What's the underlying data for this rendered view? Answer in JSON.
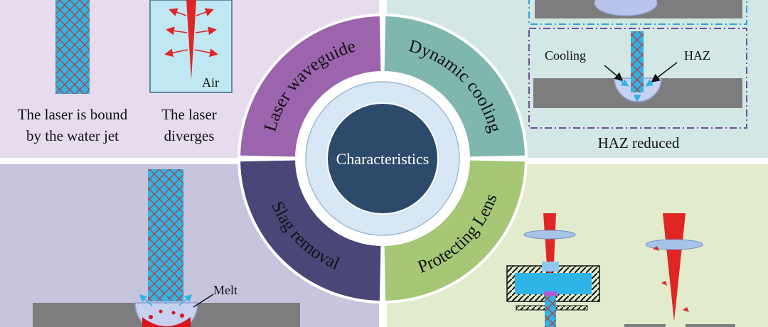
{
  "panels": {
    "waveguide": {
      "caption_bound": [
        "The laser is bound",
        "by the water jet"
      ],
      "caption_diverges": [
        "The laser",
        "diverges"
      ],
      "air_label": "Air",
      "bg": "#e6dced"
    },
    "cooling": {
      "cooling_label": "Cooling",
      "haz_label": "HAZ",
      "caption": "HAZ reduced",
      "bg": "#d3e8e4"
    },
    "slag": {
      "melt_label": "Melt",
      "bg": "#c7c4dd"
    },
    "lens": {
      "bg": "#e2eccc"
    }
  },
  "hub": {
    "center_label": "Characteristics",
    "segments": [
      {
        "label": "Laser waveguide",
        "color": "#9b64ac"
      },
      {
        "label": "Dynamic cooling",
        "color": "#7fb7ae"
      },
      {
        "label": "Slag removal",
        "color": "#4a4678"
      },
      {
        "label": "Protecting Lens",
        "color": "#a6c776"
      }
    ],
    "center_color": "#2e4a6b",
    "ring_color": "#d7e7f5"
  },
  "colors": {
    "laser_red": "#e02525",
    "water_blue": "#2fb4e8",
    "workpiece_gray": "#808080",
    "melt_red": "#d8161d"
  }
}
